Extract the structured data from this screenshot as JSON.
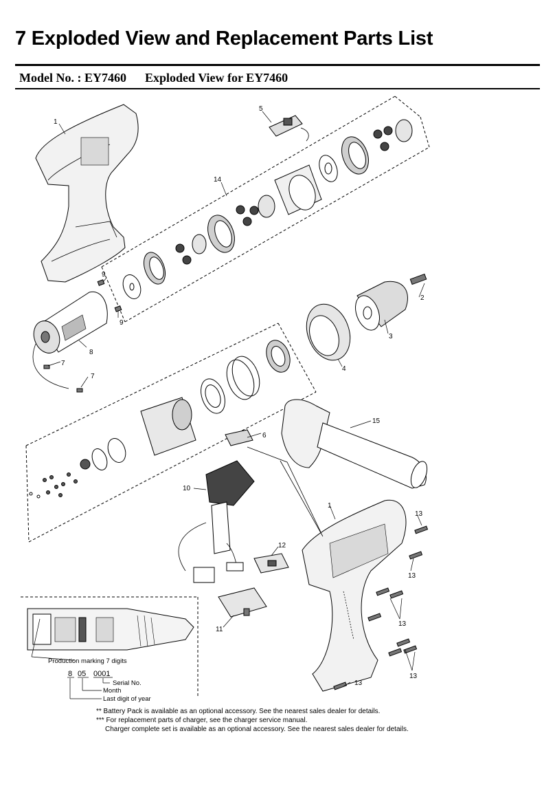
{
  "header": {
    "section_title": "7  Exploded View and Replacement Parts List",
    "model_label": "Model No. : EY7460",
    "view_label": "Exploded View for EY7460"
  },
  "callouts": {
    "housing_top": "1",
    "bit_screw": "2",
    "chuck": "3",
    "clutch_ring": "4",
    "switch_lever": "5",
    "switch_spring": "6",
    "terminal_screw_a": "7",
    "terminal_screw_b": "7",
    "motor": "8",
    "motor_screw_a": "9",
    "motor_screw_b": "9",
    "trigger_switch": "10",
    "battery_terminal": "11",
    "lock_plate": "12",
    "housing_screw_1": "13",
    "housing_screw_2": "13",
    "housing_screw_3": "13",
    "housing_screw_4": "13",
    "housing_screw_5": "13",
    "gear_box_assembly": "14",
    "side_handle": "15",
    "housing_bottom": "1"
  },
  "production_marking": {
    "caption": "Production marking 7 digits",
    "digit_year": "8",
    "digit_month": "05",
    "digit_serial": "0001",
    "label_serial": "Serial No.",
    "label_month": "Month",
    "label_year": "Last digit of year"
  },
  "footnotes": {
    "note1": "**  Battery Pack is available as an optional accessory.  See the nearest sales dealer for details.",
    "note2": "*** For replacement parts of charger, see the charger service manual.",
    "note3": "Charger complete set is available as an optional accessory.  See the nearest sales dealer for details."
  },
  "colors": {
    "ink": "#000000",
    "paper": "#ffffff",
    "part_shade": "#d9d9d9",
    "part_dark": "#555555"
  }
}
